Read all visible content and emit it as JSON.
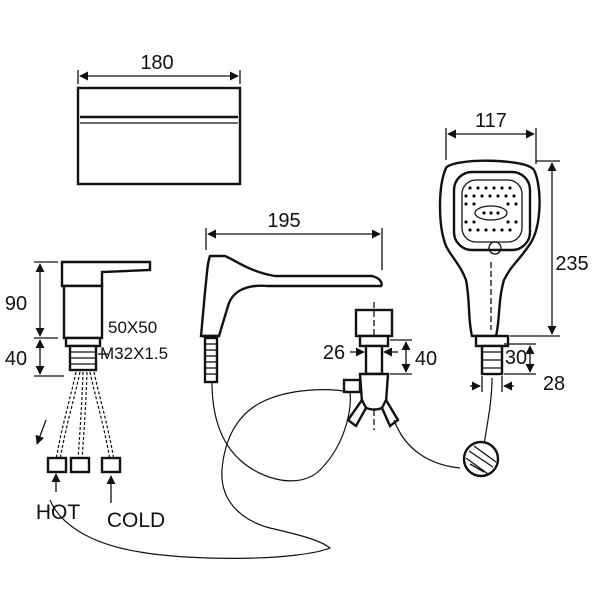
{
  "dimensions": {
    "spout_width": "180",
    "body_height": "90",
    "base_plate": "50X50",
    "base_height": "40",
    "thread": "M32X1.5",
    "lever_length": "195",
    "diverter_width": "26",
    "diverter_height": "40",
    "handshower_width": "117",
    "handshower_height": "235",
    "holder_height": "30",
    "holder_width": "28"
  },
  "labels": {
    "hot": "HOT",
    "cold": "COLD"
  }
}
